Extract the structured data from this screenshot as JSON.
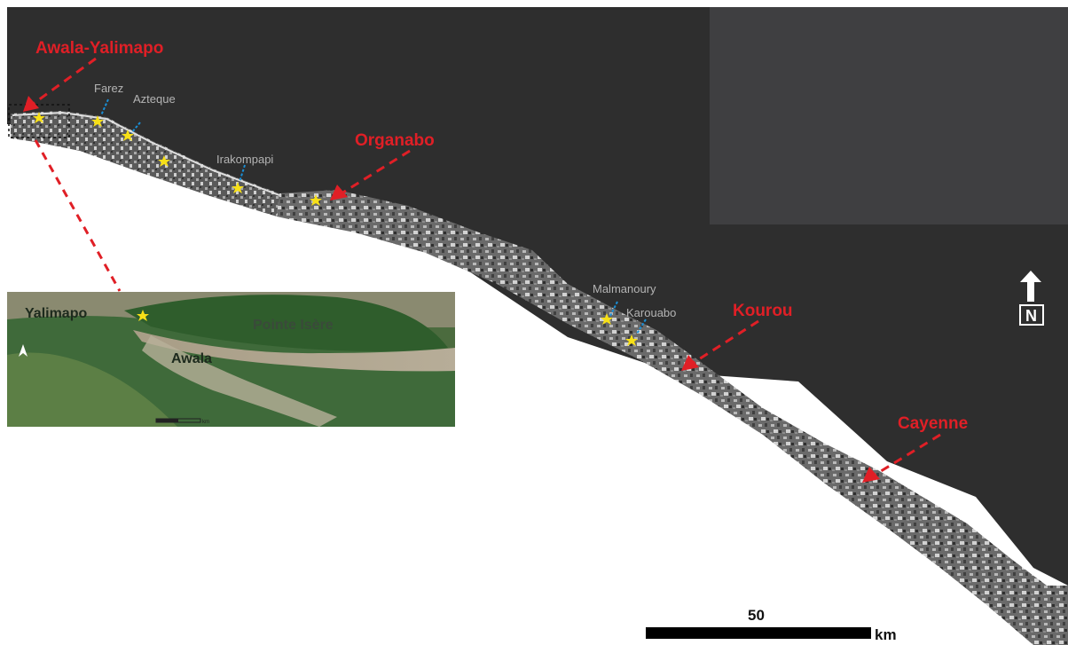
{
  "map": {
    "labels": {
      "awala_yalimapo": "Awala-Yalimapo",
      "organabo": "Organabo",
      "kourou": "Kourou",
      "cayenne": "Cayenne",
      "farez": "Farez",
      "azteque": "Azteque",
      "irakompapi": "Irakompapi",
      "malmanoury": "Malmanoury",
      "karouabo": "Karouabo"
    },
    "inset": {
      "yalimapo": "Yalimapo",
      "awala": "Awala",
      "pointe_isere": "Pointe Isère",
      "scale_unit": "km"
    },
    "scale_bar": {
      "value": "50",
      "unit": "km"
    },
    "north_arrow": {
      "letter": "N",
      "icon": "north-arrow-icon"
    },
    "colors": {
      "ocean": "#2e2e2e",
      "no_data_block": "#3f3f41",
      "major_label": "#e01f26",
      "minor_label": "#b4b4b4",
      "site_marker": "#f7e017",
      "pointer_arrow": "#1a8fd6"
    }
  }
}
